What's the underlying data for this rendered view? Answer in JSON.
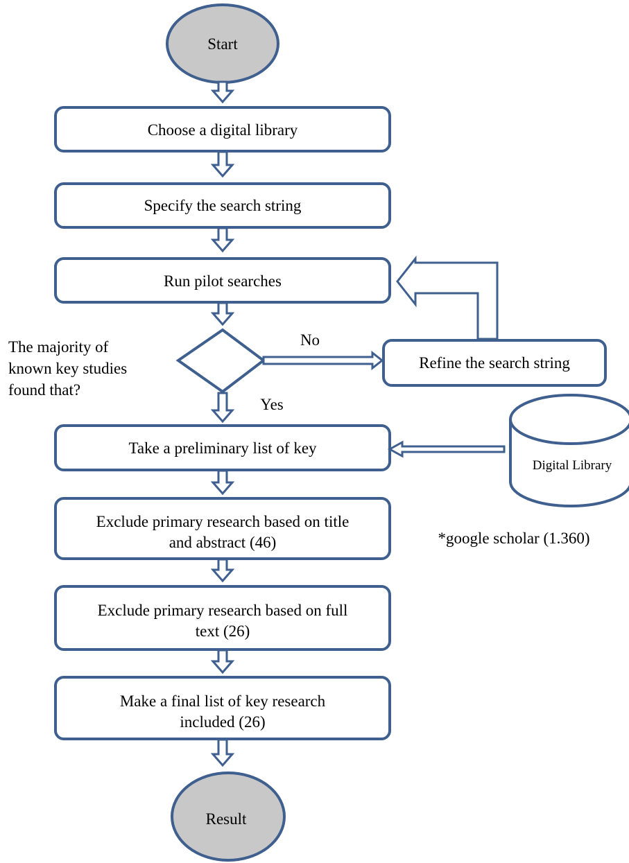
{
  "nodes": {
    "start": "Start",
    "choose_library": "Choose a digital library",
    "specify_string": "Specify the search string",
    "run_pilot": "Run pilot searches",
    "decision_question": [
      "The majority of",
      "known key studies",
      "found that?"
    ],
    "decision_no": "No",
    "decision_yes": "Yes",
    "refine_string": "Refine the search string",
    "preliminary_list": "Take a preliminary list of key",
    "digital_library": "Digital Library",
    "exclude_title_abstract": [
      "Exclude primary research based on title",
      "and abstract (46)"
    ],
    "google_scholar_note": "*google scholar (1.360)",
    "exclude_full_text": [
      "Exclude primary research based on full",
      "text (26)"
    ],
    "final_list": [
      "Make a final list of key research",
      "included (26)"
    ],
    "result": "Result"
  },
  "colors": {
    "stroke": "#3f5f8f",
    "terminal_fill": "#c8c8c8",
    "box_fill": "#ffffff"
  }
}
